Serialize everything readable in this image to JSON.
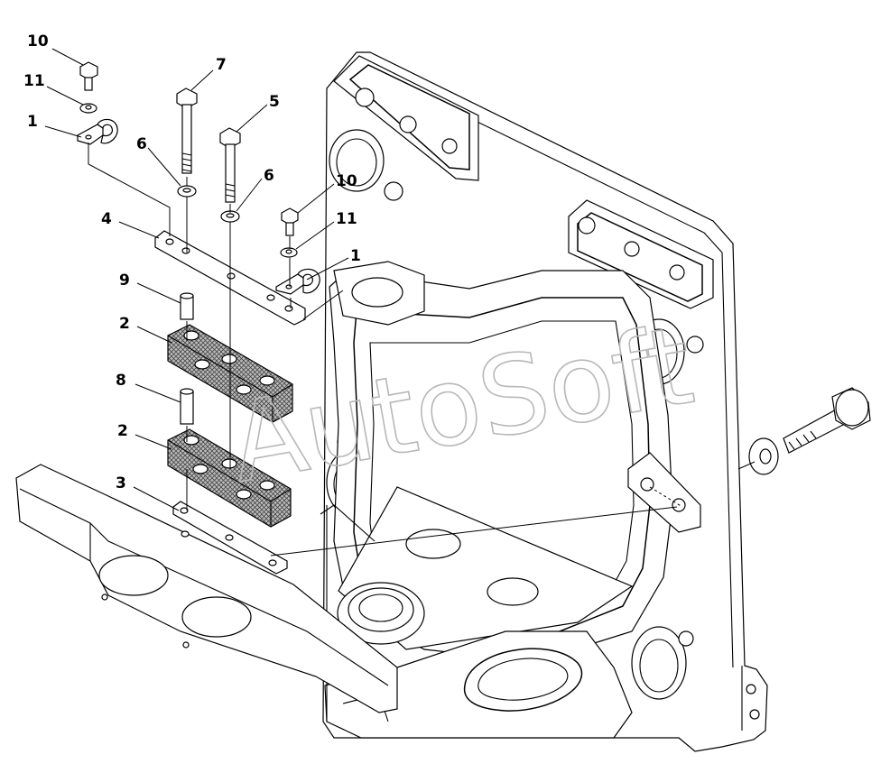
{
  "watermark": "AutoSoft",
  "callouts": [
    {
      "id": "c10a",
      "text": "10"
    },
    {
      "id": "c11a",
      "text": "11"
    },
    {
      "id": "c1a",
      "text": "1"
    },
    {
      "id": "c7",
      "text": "7"
    },
    {
      "id": "c6a",
      "text": "6"
    },
    {
      "id": "c5",
      "text": "5"
    },
    {
      "id": "c6b",
      "text": "6"
    },
    {
      "id": "c10b",
      "text": "10"
    },
    {
      "id": "c11b",
      "text": "11"
    },
    {
      "id": "c1b",
      "text": "1"
    },
    {
      "id": "c4",
      "text": "4"
    },
    {
      "id": "c9",
      "text": "9"
    },
    {
      "id": "c2a",
      "text": "2"
    },
    {
      "id": "c8",
      "text": "8"
    },
    {
      "id": "c2b",
      "text": "2"
    },
    {
      "id": "c3",
      "text": "3"
    }
  ]
}
